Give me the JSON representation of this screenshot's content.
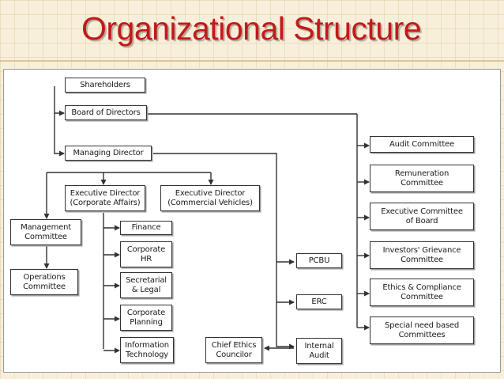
{
  "title": "Organizational Structure",
  "nodes": {
    "shareholders": "Shareholders",
    "board_of_directors": "Board of Directors",
    "managing_director": "Managing Director",
    "ed_corporate_affairs": "Executive Director\n(Corporate Affairs)",
    "ed_commercial_vehicles": "Executive Director\n(Commercial Vehicles)",
    "management_committee": "Management\nCommittee",
    "operations_committee": "Operations\nCommittee",
    "finance": "Finance",
    "corporate_hr": "Corporate\nHR",
    "secretarial_legal": "Secretarial\n& Legal",
    "corporate_planning": "Corporate\nPlanning",
    "information_technology": "Information\nTechnology",
    "chief_ethics_councilor": "Chief Ethics\nCouncilor",
    "pcbu": "PCBU",
    "erc": "ERC",
    "internal_audit": "Internal\nAudit",
    "audit_committee": "Audit Committee",
    "remuneration_committee": "Remuneration\nCommittee",
    "executive_committee_of_board": "Executive Committee\nof Board",
    "investors_grievance_committee": "Investors' Grievance\nCommittee",
    "ethics_compliance_committee": "Ethics & Compliance\nCommittee",
    "special_need_based_committees": "Special need based\nCommittees"
  }
}
